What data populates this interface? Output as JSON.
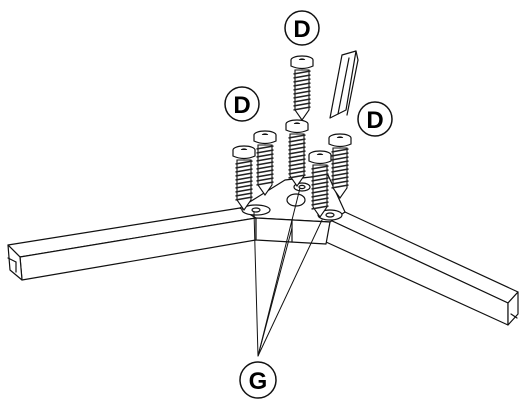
{
  "diagram": {
    "labels": {
      "screw_top": "D",
      "screw_left": "D",
      "screw_right": "D",
      "pads": "G"
    },
    "colors": {
      "line": "#111111",
      "fill": "#ffffff",
      "thread": "#222222"
    },
    "icons": [
      "screw-icon",
      "rubber-pad-icon"
    ]
  }
}
